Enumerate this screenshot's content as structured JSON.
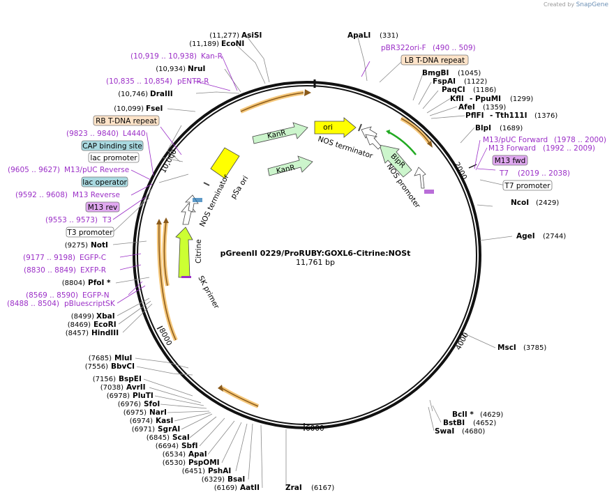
{
  "credit": {
    "prefix": "Created by",
    "brand": "SnapGene"
  },
  "map": {
    "name": "pGreenII 0229/ProRUBY:GOXL6-Citrine:NOSt",
    "length": "11,761 bp",
    "ticks": [
      "2000",
      "4000",
      "6000",
      "8000",
      "10,000"
    ]
  },
  "enzymes": [
    {
      "name": "AsiSI",
      "pos": "(11,277)"
    },
    {
      "name": "EcoNI",
      "pos": "(11,189)"
    },
    {
      "name": "NruI",
      "pos": "(10,934)"
    },
    {
      "name": "DraIII",
      "pos": "(10,746)"
    },
    {
      "name": "FseI",
      "pos": "(10,099)"
    },
    {
      "name": "NotI",
      "pos": "(9275)"
    },
    {
      "name": "PfoI *",
      "pos": "(8804)"
    },
    {
      "name": "XbaI",
      "pos": "(8499)"
    },
    {
      "name": "EcoRI",
      "pos": "(8469)"
    },
    {
      "name": "HindIII",
      "pos": "(8457)"
    },
    {
      "name": "MluI",
      "pos": "(7685)"
    },
    {
      "name": "BbvCI",
      "pos": "(7556)"
    },
    {
      "name": "BspEI",
      "pos": "(7156)"
    },
    {
      "name": "AvrII",
      "pos": "(7038)"
    },
    {
      "name": "PluTI",
      "pos": "(6978)"
    },
    {
      "name": "SfoI",
      "pos": "(6976)"
    },
    {
      "name": "NarI",
      "pos": "(6975)"
    },
    {
      "name": "KasI",
      "pos": "(6974)"
    },
    {
      "name": "SgrAI",
      "pos": "(6971)"
    },
    {
      "name": "ScaI",
      "pos": "(6845)"
    },
    {
      "name": "SbfI",
      "pos": "(6694)"
    },
    {
      "name": "ApaI",
      "pos": "(6534)"
    },
    {
      "name": "PspOMI",
      "pos": "(6530)"
    },
    {
      "name": "PshAI",
      "pos": "(6451)"
    },
    {
      "name": "BsaI",
      "pos": "(6329)"
    },
    {
      "name": "AatII",
      "pos": "(6169)"
    },
    {
      "name": "ZraI",
      "pos": "(6167)"
    },
    {
      "name": "ApaLI",
      "pos": "(331)"
    },
    {
      "name": "BmgBI",
      "pos": "(1045)"
    },
    {
      "name": "FspAI",
      "pos": "(1122)"
    },
    {
      "name": "PaqCI",
      "pos": "(1186)"
    },
    {
      "name": "KflI",
      "pos": ""
    },
    {
      "name": "- PpuMI",
      "pos": "(1299)"
    },
    {
      "name": "AfeI",
      "pos": "(1359)"
    },
    {
      "name": "PflFI",
      "pos": ""
    },
    {
      "name": "- Tth111I",
      "pos": "(1376)"
    },
    {
      "name": "BlpI",
      "pos": "(1689)"
    },
    {
      "name": "NcoI",
      "pos": "(2429)"
    },
    {
      "name": "AgeI",
      "pos": "(2744)"
    },
    {
      "name": "MscI",
      "pos": "(3785)"
    },
    {
      "name": "BclI *",
      "pos": "(4629)"
    },
    {
      "name": "BstBI",
      "pos": "(4652)"
    },
    {
      "name": "SwaI",
      "pos": "(4680)"
    }
  ],
  "features": [
    {
      "name": "Kan-R",
      "range": "(10,919 .. 10,938)"
    },
    {
      "name": "pENTR-R",
      "range": "(10,835 .. 10,854)"
    },
    {
      "name": "RB T-DNA repeat",
      "range": ""
    },
    {
      "name": "L4440",
      "range": "(9823 .. 9840)"
    },
    {
      "name": "CAP binding site",
      "range": ""
    },
    {
      "name": "lac promoter",
      "range": ""
    },
    {
      "name": "M13/pUC Reverse",
      "range": "(9605 .. 9627)"
    },
    {
      "name": "lac operator",
      "range": ""
    },
    {
      "name": "M13 Reverse",
      "range": "(9592 .. 9608)"
    },
    {
      "name": "M13 rev",
      "range": ""
    },
    {
      "name": "T3",
      "range": "(9553 .. 9573)"
    },
    {
      "name": "T3 promoter",
      "range": ""
    },
    {
      "name": "EGFP-C",
      "range": "(9177 .. 9198)"
    },
    {
      "name": "EXFP-R",
      "range": "(8830 .. 8849)"
    },
    {
      "name": "EGFP-N",
      "range": "(8569 .. 8590)"
    },
    {
      "name": "pBluescriptSK",
      "range": "(8488 .. 8504)"
    },
    {
      "name": "pBR322ori-F",
      "range": "(490 .. 509)"
    },
    {
      "name": "LB T-DNA repeat",
      "range": ""
    },
    {
      "name": "M13/pUC Forward",
      "range": "(1978 .. 2000)"
    },
    {
      "name": "M13 Forward",
      "range": "(1992 .. 2009)"
    },
    {
      "name": "M13 fwd",
      "range": ""
    },
    {
      "name": "T7",
      "range": "(2019 .. 2038)"
    },
    {
      "name": "T7 promoter",
      "range": ""
    }
  ],
  "inner_features": [
    "ori",
    "KanR",
    "KanR",
    "BlpR",
    "NOS terminator",
    "NOS promoter",
    "pSa ori",
    "NOS terminator",
    "Citrine",
    "SK primer"
  ],
  "colors": {
    "feature_text": "#9b2fc7",
    "ori": "#ffff00",
    "kanr": "#ccf5cc",
    "blpr": "#ccf5cc",
    "psa_ori": "#ffff00",
    "citrine": "#ccff33",
    "orf_arrow": "#f5c77a",
    "lb_rb_box": "#fde3c8",
    "cap_lacop_box": "#a9d9e0",
    "m13_box": "#e0a8f0"
  }
}
